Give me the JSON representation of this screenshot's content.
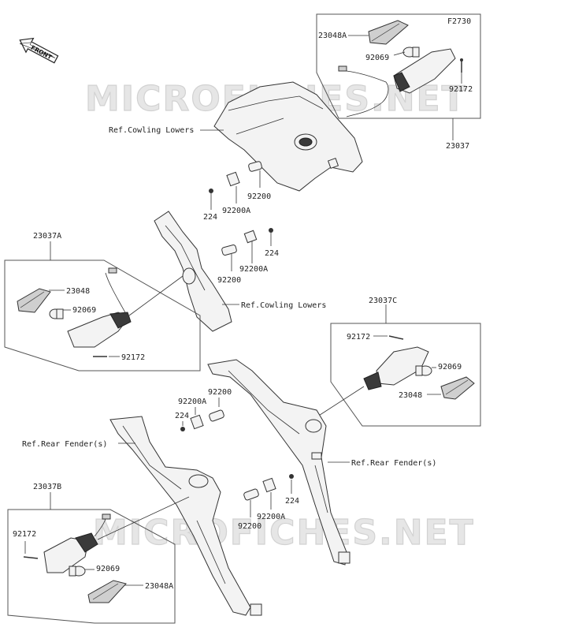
{
  "diagram_code": "F2730",
  "front_label": "FRONT",
  "watermark": "MICROFICHES.NET",
  "labels": {
    "p23037": "23037",
    "p23037A": "23037A",
    "p23037B": "23037B",
    "p23037C": "23037C",
    "p23048A_top": "23048A",
    "p92069_top": "92069",
    "p92172_top": "92172",
    "ref_cowling_1": "Ref.Cowling Lowers",
    "p224_1": "224",
    "p92200A_1": "92200A",
    "p92200_1": "92200",
    "p224_2": "224",
    "p92200A_2": "92200A",
    "p92200_2": "92200",
    "ref_cowling_2": "Ref.Cowling Lowers",
    "p23048_A": "23048",
    "p92069_A": "92069",
    "p92172_A": "92172",
    "p92172_C": "92172",
    "p92069_C": "92069",
    "p23048_C": "23048",
    "p92200A_3": "92200A",
    "p92200_3": "92200",
    "p224_3": "224",
    "ref_rear_1": "Ref.Rear Fender(s)",
    "ref_rear_2": "Ref.Rear Fender(s)",
    "p224_4": "224",
    "p92200_4": "92200",
    "p92200A_4": "92200A",
    "p92172_B": "92172",
    "p92069_B": "92069",
    "p23048A_B": "23048A"
  }
}
